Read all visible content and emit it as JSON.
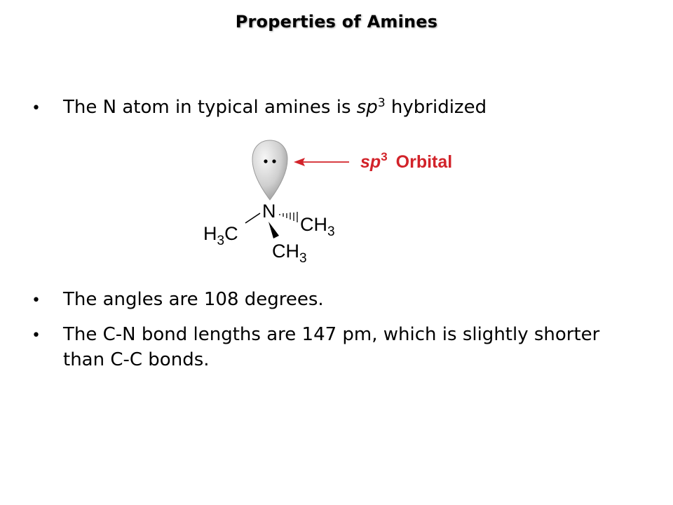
{
  "slide": {
    "title": "Properties of Amines",
    "bullet_symbol": "•",
    "bullets": [
      {
        "pre": "The N atom in typical amines is ",
        "em": "sp",
        "sup": "3",
        "post": " hybridized"
      },
      {
        "text": "The angles are 108 degrees."
      },
      {
        "text": "The C-N bond lengths are 147 pm, which is slightly shorter than C-C bonds."
      }
    ]
  },
  "diagram": {
    "orbital_label": {
      "sp": "sp",
      "sup": "3",
      "word": "Orbital"
    },
    "atoms": {
      "nitrogen": "N",
      "left_group": {
        "main": "H",
        "sub": "3",
        "tail": "C"
      },
      "right_group": {
        "main": "CH",
        "sub": "3"
      },
      "bottom_group": {
        "main": "CH",
        "sub": "3"
      }
    },
    "colors": {
      "arrow": "#d2232a",
      "label": "#d2232a",
      "lobe_light": "#eeeeee",
      "lobe_dark": "#8a8a8a"
    }
  }
}
